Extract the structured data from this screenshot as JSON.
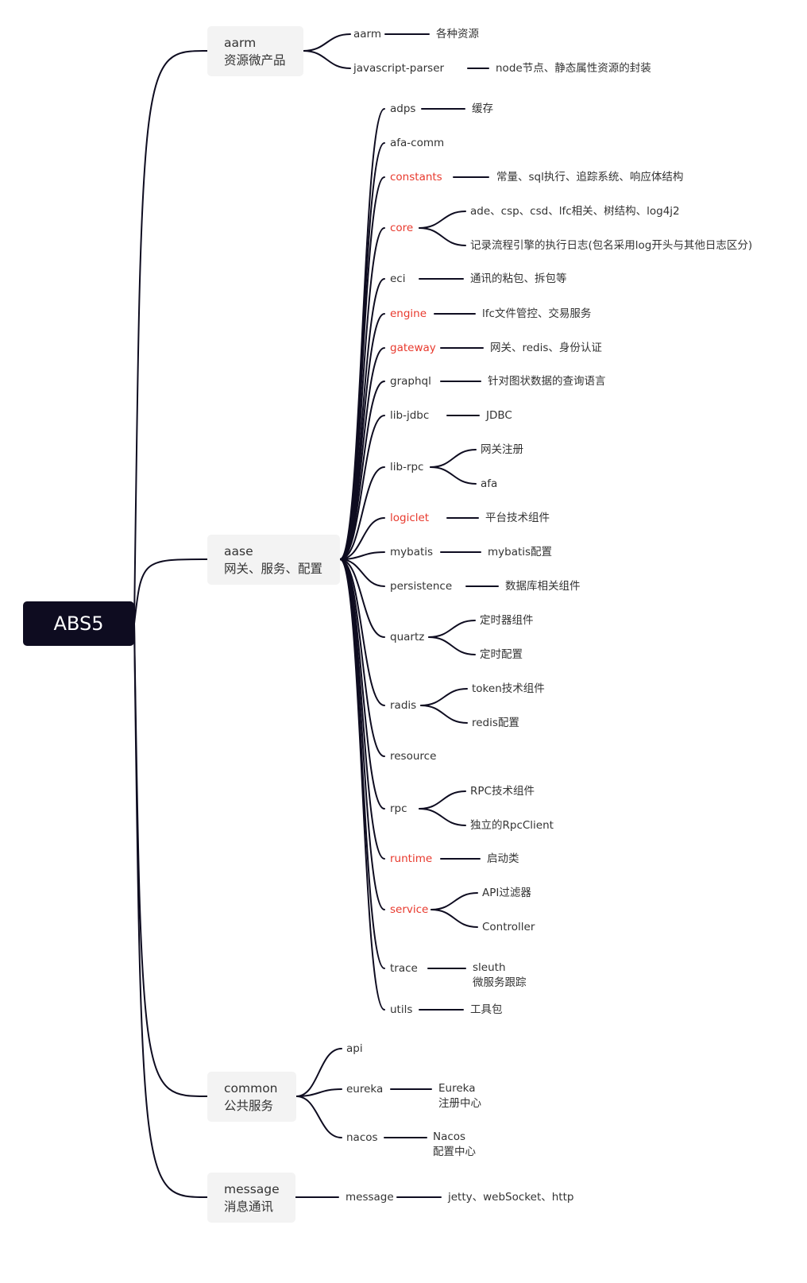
{
  "root": "ABS5",
  "colors": {
    "root_bg": "#0e0c20",
    "box_bg": "#f3f3f3",
    "highlight": "#e8392d",
    "line": "#0e0c20"
  },
  "aarm": {
    "title": "aarm",
    "subtitle": "资源微产品",
    "items": [
      {
        "name": "aarm",
        "desc": [
          "各种资源"
        ]
      },
      {
        "name": "javascript-parser",
        "desc": [
          "node节点、静态属性资源的封装"
        ]
      }
    ]
  },
  "aase": {
    "title": "aase",
    "subtitle": "网关、服务、配置",
    "items": [
      {
        "name": "adps",
        "red": false,
        "desc": [
          "缓存"
        ]
      },
      {
        "name": "afa-comm",
        "red": false,
        "desc": []
      },
      {
        "name": "constants",
        "red": true,
        "desc": [
          "常量、sql执行、追踪系统、响应体结构"
        ]
      },
      {
        "name": "core",
        "red": true,
        "desc": [
          "ade、csp、csd、lfc相关、树结构、log4j2",
          "记录流程引擎的执行日志(包名采用log开头与其他日志区分)"
        ]
      },
      {
        "name": "eci",
        "red": false,
        "desc": [
          "通讯的粘包、拆包等"
        ]
      },
      {
        "name": "engine",
        "red": true,
        "desc": [
          "lfc文件管控、交易服务"
        ]
      },
      {
        "name": "gateway",
        "red": true,
        "desc": [
          "网关、redis、身份认证"
        ]
      },
      {
        "name": "graphql",
        "red": false,
        "desc": [
          "针对图状数据的查询语言"
        ]
      },
      {
        "name": "lib-jdbc",
        "red": false,
        "desc": [
          "JDBC"
        ]
      },
      {
        "name": "lib-rpc",
        "red": false,
        "desc": [
          "网关注册",
          "afa"
        ]
      },
      {
        "name": "logiclet",
        "red": true,
        "desc": [
          "平台技术组件"
        ]
      },
      {
        "name": "mybatis",
        "red": false,
        "desc": [
          "mybatis配置"
        ]
      },
      {
        "name": "persistence",
        "red": false,
        "desc": [
          "数据库相关组件"
        ]
      },
      {
        "name": "quartz",
        "red": false,
        "desc": [
          "定时器组件",
          "定时配置"
        ]
      },
      {
        "name": "radis",
        "red": false,
        "desc": [
          "token技术组件",
          "redis配置"
        ]
      },
      {
        "name": "resource",
        "red": false,
        "desc": []
      },
      {
        "name": "rpc",
        "red": false,
        "desc": [
          "RPC技术组件",
          "独立的RpcClient"
        ]
      },
      {
        "name": "runtime",
        "red": true,
        "desc": [
          "启动类"
        ]
      },
      {
        "name": "service",
        "red": true,
        "desc": [
          "API过滤器",
          "Controller"
        ]
      },
      {
        "name": "trace",
        "red": false,
        "desc": [
          [
            "sleuth",
            "微服务跟踪"
          ]
        ]
      },
      {
        "name": "utils",
        "red": false,
        "desc": [
          "工具包"
        ]
      }
    ]
  },
  "common": {
    "title": "common",
    "subtitle": "公共服务",
    "items": [
      {
        "name": "api",
        "desc": []
      },
      {
        "name": "eureka",
        "desc": [
          [
            "Eureka",
            "注册中心"
          ]
        ]
      },
      {
        "name": "nacos",
        "desc": [
          [
            "Nacos",
            "配置中心"
          ]
        ]
      }
    ]
  },
  "message": {
    "title": "message",
    "subtitle": "消息通讯",
    "items": [
      {
        "name": "message",
        "desc": [
          "jetty、webSocket、http"
        ]
      }
    ]
  }
}
